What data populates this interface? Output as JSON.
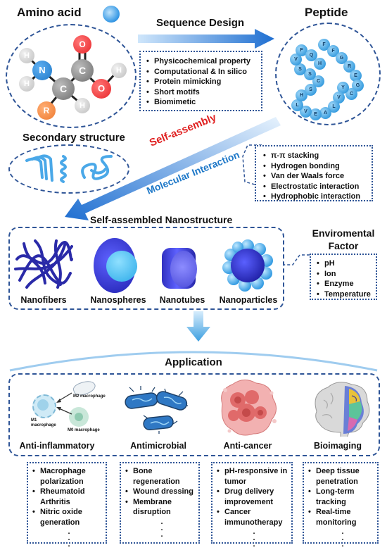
{
  "amino_acid": {
    "title": "Amino acid",
    "atoms": {
      "h": "H",
      "n": "N",
      "c": "C",
      "o": "O",
      "r": "R"
    }
  },
  "sequence_design": {
    "label": "Sequence Design",
    "items": [
      "Physicochemical property",
      "Computational & In silico",
      "Protein mimicking",
      "Short motifs",
      "Biomimetic"
    ]
  },
  "peptide": {
    "title": "Peptide",
    "residues": [
      "F",
      "F",
      "G",
      "R",
      "E",
      "G",
      "C",
      "Y",
      "V",
      "L",
      "A",
      "E",
      "V",
      "L",
      "H",
      "S",
      "C",
      "S",
      "S",
      "V",
      "F",
      "Q",
      "H"
    ]
  },
  "secondary_structure": {
    "title": "Secondary structure"
  },
  "assembly": {
    "self_assembly": "Self-assembly",
    "molecular_interaction": "Molecular Interaction",
    "interactions": [
      "π-π stacking",
      "Hydrogen bonding",
      "Van der Waals force",
      "Electrostatic interaction",
      "Hydrophobic interaction"
    ]
  },
  "nanostructure": {
    "title": "Self-assembled Nanostructure",
    "labels": [
      "Nanofibers",
      "Nanospheres",
      "Nanotubes",
      "Nanoparticles"
    ]
  },
  "environmental": {
    "title_line1": "Enviromental",
    "title_line2": "Factor",
    "items": [
      "pH",
      "Ion",
      "Enzyme",
      "Temperature"
    ]
  },
  "application": {
    "title": "Application",
    "categories": [
      "Anti-inflammatory",
      "Antimicrobial",
      "Anti-cancer",
      "Bioimaging"
    ],
    "macrophage": {
      "m2": "M2 macrophage",
      "m1_line1": "M1",
      "m1_line2": "macrophage",
      "m0": "M0 macrophage"
    },
    "details": [
      [
        "Macrophage polarization",
        "Rheumatoid Arthritis",
        "Nitric oxide generation"
      ],
      [
        "Bone regeneration",
        "Wound dressing",
        "Membrane disruption"
      ],
      [
        "pH-responsive in tumor",
        "Drug delivery improvement",
        "Cancer immunotherapy"
      ],
      [
        "Deep tissue penetration",
        "Long-term tracking",
        "Real-time monitoring"
      ]
    ],
    "ellipsis": "."
  },
  "colors": {
    "accent": "#2f5597",
    "arrow": "#1f6fd1",
    "light_blue": "#4aa8e8",
    "red_text": "#e02020",
    "oxygen": "#e8262a",
    "nitrogen": "#1e78c8",
    "carbon": "#8c8c8c",
    "r_group": "#ee7a30"
  }
}
